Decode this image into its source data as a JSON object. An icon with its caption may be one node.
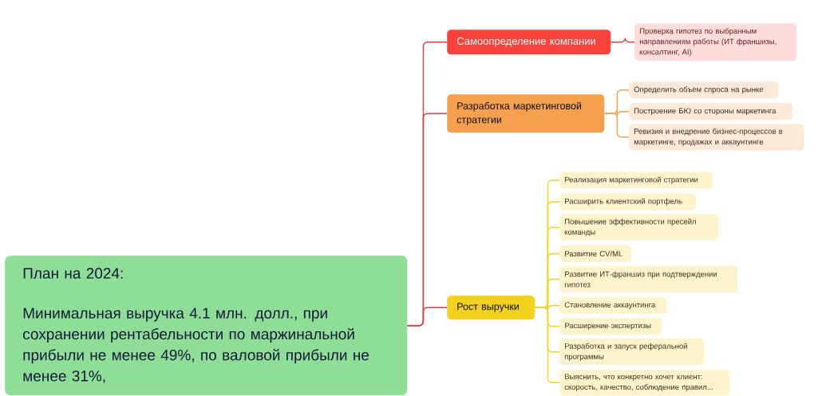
{
  "diagram": {
    "nodes": [
      {
        "text": [
          "План на 2024:",
          "Минимальная выручка 4.1 млн. долл., при сохранении рентабельности по маржинальной прибыли не менее 49%, по валовой прибыли не менее 31%,"
        ]
      },
      {
        "text": [
          "Самоопределение компании"
        ]
      },
      {
        "text": [
          "Проверка гипотез по выбранным направлениям работы (ИТ франшизы, консалтинг, AI)"
        ]
      },
      {
        "text": [
          "Разработка маркетинговой стратегии"
        ]
      },
      {
        "text": [
          "Определить объем спроса на рынке"
        ]
      },
      {
        "text": [
          "Построение БЮ со стороны маркетинга"
        ]
      },
      {
        "text": [
          "Ревизия и внедрение бизнес-процессов в маркетинге, продажах и аккаунтинге"
        ]
      },
      {
        "text": [
          "Рост выручки"
        ]
      },
      {
        "text": [
          "Реализация маркетинговой стратегии"
        ]
      },
      {
        "text": [
          "Расширить клиентский портфель"
        ]
      },
      {
        "text": [
          "Повышение эффективности пресейл команды"
        ]
      },
      {
        "text": [
          "Развитие CV/ML"
        ]
      },
      {
        "text": [
          "Развитие ИТ-франшиз при подтверждении гипотез"
        ]
      },
      {
        "text": [
          "Становление аккаунтинга"
        ]
      },
      {
        "text": [
          "Расширение экспертизы"
        ]
      },
      {
        "text": [
          "Разработка и запуск реферальной программы"
        ]
      },
      {
        "text": [
          "Выяснить, что конкретно хочет клиент: скорость, качество, соблюдение правил..."
        ]
      }
    ],
    "edges": [
      {
        "from": 0,
        "to": 1,
        "arrow": "none",
        "color": "#f0393a"
      },
      {
        "from": 0,
        "to": 3,
        "arrow": "none",
        "color": "#f0393a"
      },
      {
        "from": 0,
        "to": 7,
        "arrow": "none",
        "color": "#f0393a"
      },
      {
        "from": 1,
        "to": 2,
        "arrow": "none",
        "color": "#f0393a"
      },
      {
        "from": 3,
        "to": 4,
        "arrow": "none",
        "color": "#f5a04e"
      },
      {
        "from": 3,
        "to": 5,
        "arrow": "none",
        "color": "#f5a04e"
      },
      {
        "from": 3,
        "to": 6,
        "arrow": "none",
        "color": "#f5a04e"
      },
      {
        "from": 7,
        "to": 8,
        "arrow": "none",
        "color": "#f2d21e"
      },
      {
        "from": 7,
        "to": 9,
        "arrow": "none",
        "color": "#f2d21e"
      },
      {
        "from": 7,
        "to": 10,
        "arrow": "none",
        "color": "#f2d21e"
      },
      {
        "from": 7,
        "to": 11,
        "arrow": "none",
        "color": "#f2d21e"
      },
      {
        "from": 7,
        "to": 12,
        "arrow": "none",
        "color": "#f2d21e"
      },
      {
        "from": 7,
        "to": 13,
        "arrow": "none",
        "color": "#f2d21e"
      },
      {
        "from": 7,
        "to": 14,
        "arrow": "none",
        "color": "#f2d21e"
      },
      {
        "from": 7,
        "to": 15,
        "arrow": "none",
        "color": "#f2d21e"
      },
      {
        "from": 7,
        "to": 16,
        "arrow": "none",
        "color": "#f2d21e"
      }
    ]
  }
}
